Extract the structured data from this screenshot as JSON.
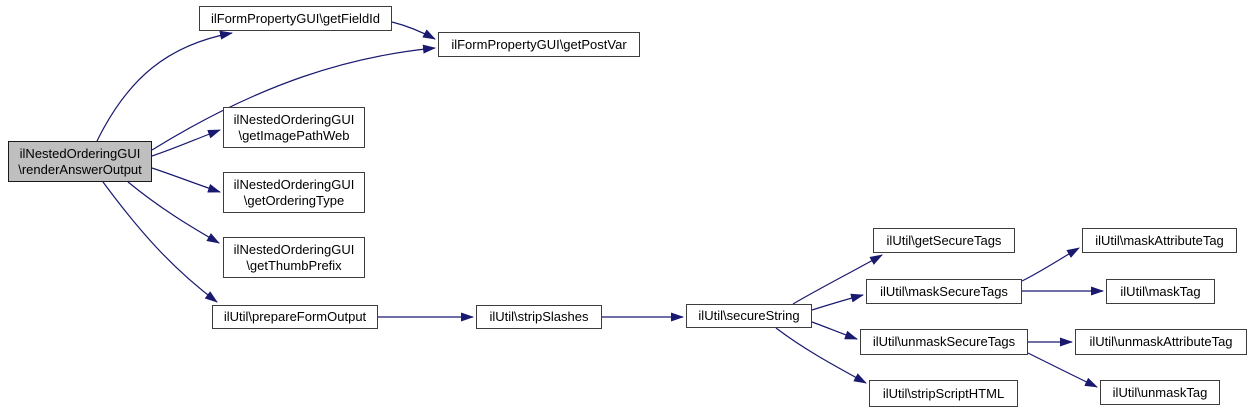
{
  "graph": {
    "type": "call-graph",
    "colors": {
      "edge": "#191970",
      "node_border": "#3d3d3d",
      "node_fill": "#ffffff",
      "root_fill": "#bfbfbf",
      "background": "#ffffff",
      "text": "#000000"
    },
    "nodes": {
      "renderAnswerOutput": {
        "label": "ilNestedOrderingGUI\n\\renderAnswerOutput",
        "type": "root"
      },
      "getFieldId": {
        "label": "ilFormPropertyGUI\\getFieldId"
      },
      "getPostVar": {
        "label": "ilFormPropertyGUI\\getPostVar"
      },
      "getImagePathWeb": {
        "label": "ilNestedOrderingGUI\n\\getImagePathWeb"
      },
      "getOrderingType": {
        "label": "ilNestedOrderingGUI\n\\getOrderingType"
      },
      "getThumbPrefix": {
        "label": "ilNestedOrderingGUI\n\\getThumbPrefix"
      },
      "prepareFormOutput": {
        "label": "ilUtil\\prepareFormOutput"
      },
      "stripSlashes": {
        "label": "ilUtil\\stripSlashes"
      },
      "secureString": {
        "label": "ilUtil\\secureString"
      },
      "getSecureTags": {
        "label": "ilUtil\\getSecureTags"
      },
      "maskSecureTags": {
        "label": "ilUtil\\maskSecureTags"
      },
      "unmaskSecureTags": {
        "label": "ilUtil\\unmaskSecureTags"
      },
      "stripScriptHTML": {
        "label": "ilUtil\\stripScriptHTML"
      },
      "maskAttributeTag": {
        "label": "ilUtil\\maskAttributeTag"
      },
      "maskTag": {
        "label": "ilUtil\\maskTag"
      },
      "unmaskAttributeTag": {
        "label": "ilUtil\\unmaskAttributeTag"
      },
      "unmaskTag": {
        "label": "ilUtil\\unmaskTag"
      }
    },
    "edges": [
      {
        "from": "renderAnswerOutput",
        "to": "getFieldId"
      },
      {
        "from": "renderAnswerOutput",
        "to": "getPostVar"
      },
      {
        "from": "getFieldId",
        "to": "getPostVar"
      },
      {
        "from": "renderAnswerOutput",
        "to": "getImagePathWeb"
      },
      {
        "from": "renderAnswerOutput",
        "to": "getOrderingType"
      },
      {
        "from": "renderAnswerOutput",
        "to": "getThumbPrefix"
      },
      {
        "from": "renderAnswerOutput",
        "to": "prepareFormOutput"
      },
      {
        "from": "prepareFormOutput",
        "to": "stripSlashes"
      },
      {
        "from": "stripSlashes",
        "to": "secureString"
      },
      {
        "from": "secureString",
        "to": "getSecureTags"
      },
      {
        "from": "secureString",
        "to": "maskSecureTags"
      },
      {
        "from": "secureString",
        "to": "unmaskSecureTags"
      },
      {
        "from": "secureString",
        "to": "stripScriptHTML"
      },
      {
        "from": "maskSecureTags",
        "to": "maskAttributeTag"
      },
      {
        "from": "maskSecureTags",
        "to": "maskTag"
      },
      {
        "from": "unmaskSecureTags",
        "to": "unmaskAttributeTag"
      },
      {
        "from": "unmaskSecureTags",
        "to": "unmaskTag"
      }
    ]
  }
}
